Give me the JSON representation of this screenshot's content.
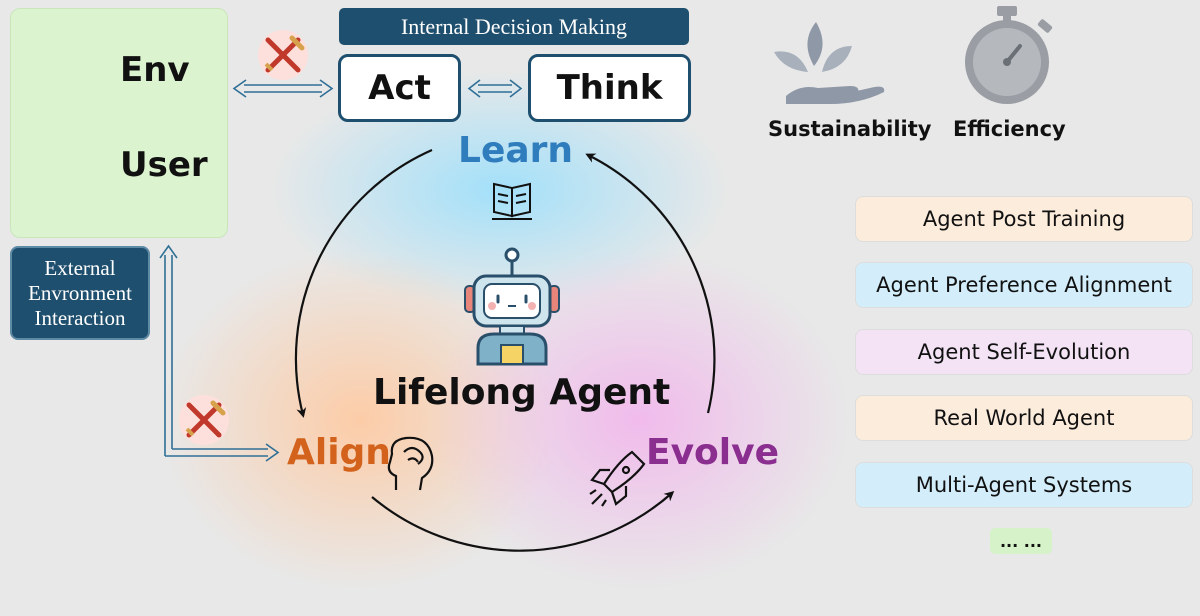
{
  "diagram": {
    "environment": {
      "env_label": "Env",
      "user_label": "User"
    },
    "external_interaction": "External Envronment Interaction",
    "internal_decision": {
      "title": "Internal Decision Making",
      "act": "Act",
      "think": "Think"
    },
    "cycle": {
      "learn": "Learn",
      "align": "Align",
      "evolve": "Evolve",
      "center": "Lifelong Agent"
    },
    "metrics": {
      "sustainability": "Sustainability",
      "efficiency": "Efficiency"
    },
    "topics": [
      {
        "label": "Agent Post Training",
        "color": "#fcecdc"
      },
      {
        "label": "Agent Preference Alignment",
        "color": "#d3eefa"
      },
      {
        "label": "Agent Self-Evolution",
        "color": "#f3e3f5"
      },
      {
        "label": "Real World Agent",
        "color": "#fcecdc"
      },
      {
        "label": "Multi-Agent Systems",
        "color": "#d3eefa"
      }
    ],
    "more": "... ...",
    "colors": {
      "navy": "#1f4f6e",
      "learn": "#2f7dbd",
      "align": "#d2621c",
      "evolve": "#8a2e8f"
    }
  }
}
